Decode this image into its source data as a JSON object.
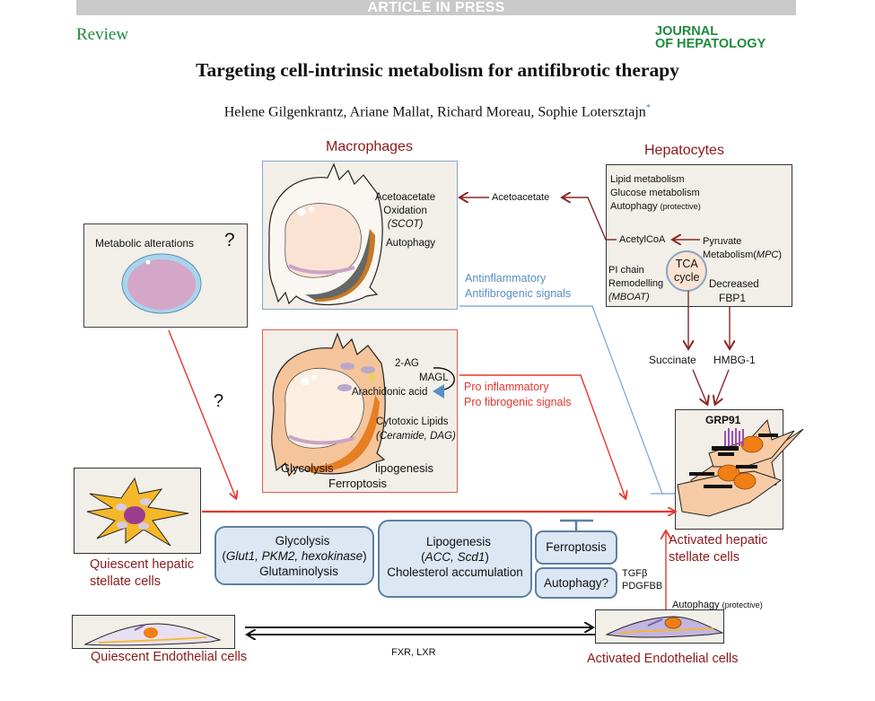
{
  "header": {
    "banner": "ARTICLE IN PRESS",
    "section": "Review",
    "journal_line1": "JOURNAL",
    "journal_line2": "OF HEPATOLOGY",
    "title": "Targeting cell-intrinsic metabolism for antifibrotic therapy",
    "authors": "Helene Gilgenkrantz, Ariane Mallat, Richard Moreau, Sophie Lotersztajn",
    "corresponding_mark": "*"
  },
  "macrophages": {
    "heading": "Macrophages",
    "anti": {
      "line1": "Acetoacetate",
      "line2": "Oxidation",
      "line3": "(SCOT)",
      "line4": "Autophagy"
    },
    "pro": {
      "twoag": "2-AG",
      "magl": "MAGL",
      "arachidonic": "Arachidonic acid",
      "cytotoxic": "Cytotoxic Lipids",
      "cytotoxic_detail": "(Ceramide, DAG)",
      "glycolysis": "Glycolysis",
      "lipogenesis": "lipogenesis",
      "ferroptosis": "Ferroptosis"
    }
  },
  "hepatocytes": {
    "heading": "Hepatocytes",
    "lipid": "Lipid metabolism",
    "glucose": "Glucose metabolism",
    "autophagy": "Autophagy",
    "autophagy_note": "(protective)",
    "acetylcoa": "AcetylCoA",
    "pyruvate_1": "Pyruvate",
    "pyruvate_2": "Metabolism(MPC)",
    "pi_1": "PI chain",
    "pi_2": "Remodelling",
    "pi_3": "(MBOAT)",
    "tca_1": "TCA",
    "tca_2": "cycle",
    "decreased": "Decreased",
    "fbp1": "FBP1"
  },
  "signals": {
    "acetoacetate": "Acetoacetate",
    "anti_1": "Antinflammatory",
    "anti_2": "Antifibrogenic signals",
    "pro_1": "Pro inflammatory",
    "pro_2": "Pro fibrogenic signals",
    "succinate": "Succinate",
    "hmbg": "HMBG-1",
    "question": "?"
  },
  "metabolic": {
    "label": "Metabolic alterations",
    "question": "?"
  },
  "hsc": {
    "quiescent_1": "Quiescent hepatic",
    "quiescent_2": "stellate cells",
    "activated_1": "Activated hepatic",
    "activated_2": "stellate cells",
    "receptor": "GRP91"
  },
  "boxes": {
    "glyco_1": "Glycolysis",
    "glyco_2": "(Glut1, PKM2, hexokinase)",
    "glyco_3": "Glutaminolysis",
    "lipo_1": "Lipogenesis",
    "lipo_2": "(ACC, Scd1)",
    "lipo_3": "Cholesterol accumulation",
    "ferroptosis": "Ferroptosis",
    "autophagy": "Autophagy?",
    "tgfb": "TGFβ",
    "pdgf": "PDGFBB"
  },
  "endothelial": {
    "quiescent": "Quiescent Endothelial cells",
    "activated": "Activated Endothelial cells",
    "autophagy": "Autophagy",
    "autophagy_note": "(protective)",
    "fxr": "FXR, LXR"
  },
  "colors": {
    "heading_red": "#8b1a1a",
    "journal_green": "#1e8a3c",
    "anti_blue": "#5b8ec4",
    "pro_red": "#e8352e",
    "panel_bg": "#f2efe8",
    "box_bg": "#dce7f3"
  }
}
